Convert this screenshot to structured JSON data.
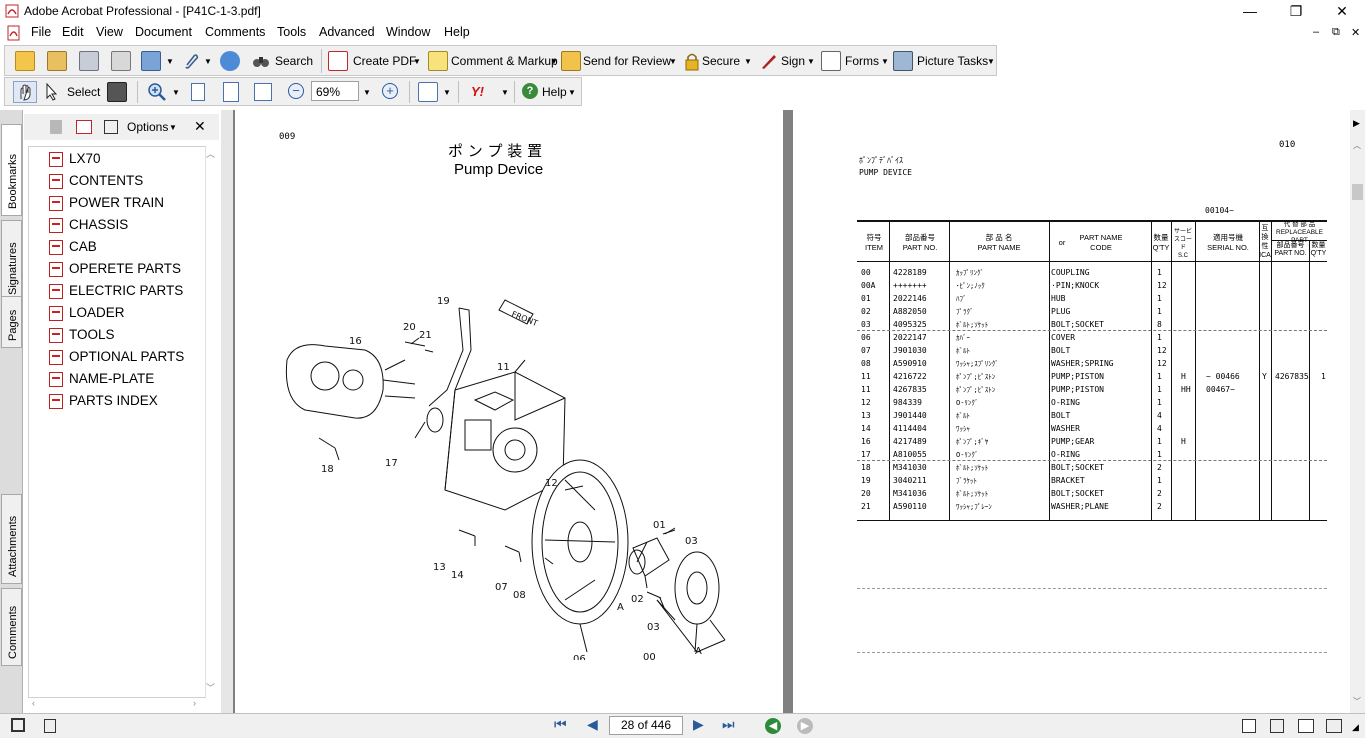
{
  "window": {
    "title": "Adobe Acrobat Professional - [P41C-1-3.pdf]",
    "minimize": "—",
    "restore": "❐",
    "close": "✕",
    "doc_minimize": "–",
    "doc_restore": "⧉",
    "doc_close": "✕"
  },
  "menu": [
    "File",
    "Edit",
    "View",
    "Document",
    "Comments",
    "Tools",
    "Advanced",
    "Window",
    "Help"
  ],
  "toolbar1": {
    "search": "Search",
    "create_pdf": "Create PDF",
    "comment_markup": "Comment & Markup",
    "send_review": "Send for Review",
    "secure": "Secure",
    "sign": "Sign",
    "forms": "Forms",
    "picture_tasks": "Picture Tasks"
  },
  "toolbar2": {
    "select": "Select",
    "zoom": "69%",
    "help": "Help"
  },
  "side_tabs": [
    "Bookmarks",
    "Signatures",
    "Pages",
    "Attachments",
    "Comments"
  ],
  "bookmarks_panel": {
    "options": "Options",
    "items": [
      "LX70",
      "CONTENTS",
      "POWER TRAIN",
      "CHASSIS",
      "CAB",
      "OPERETE PARTS",
      "ELECTRIC PARTS",
      "LOADER",
      "TOOLS",
      "OPTIONAL PARTS",
      "NAME-PLATE",
      "PARTS INDEX"
    ]
  },
  "left_page": {
    "page_no": "009",
    "title_jp": "ポ ン プ 装 置",
    "title_en": "Pump Device",
    "front_label": "FRONT",
    "callouts": [
      "20",
      "21",
      "19",
      "16",
      "11",
      "18",
      "17",
      "12",
      "13",
      "14",
      "07",
      "08",
      "01",
      "03",
      "02",
      "03",
      "06",
      "00",
      "A",
      "A"
    ]
  },
  "right_page": {
    "page_no": "010",
    "subtitle_jp": "ﾎﾟﾝﾌﾟﾃﾞﾊﾞｲｽ",
    "subtitle_en": "PUMP DEVICE",
    "serial_range": "00104~",
    "headers": {
      "item_jp": "符号",
      "item_en": "ITEM",
      "partno_jp": "部品番号",
      "partno_en": "PART NO.",
      "partname_jp": "部 品 名",
      "partname_en": "PART NAME",
      "or": "or",
      "name_code_en": "PART NAME CODE",
      "qty_jp": "数量",
      "qty_en": "Q'TY",
      "sc_jp": "サービスコード",
      "sc_en": "S.C",
      "serial_jp": "適用号機",
      "serial_en": "SERIAL NO.",
      "ica_jp": "互換性",
      "ica_en": "ICA",
      "repl_jp": "代 替 部 品",
      "repl_en": "REPLACEABLE PART",
      "repl_partno_jp": "部品番号",
      "repl_partno_en": "PART NO.",
      "repl_qty_jp": "数量",
      "repl_qty_en": "Q'TY"
    },
    "rows": [
      {
        "item": "00",
        "partno": "4228189",
        "jp": "ｶｯﾌﾟﾘﾝｸﾞ",
        "name": "COUPLING",
        "qty": "1",
        "sc": "",
        "serial": "",
        "ica": "",
        "rpart": "",
        "rqty": ""
      },
      {
        "item": "00A",
        "partno": "+++++++",
        "jp": "･ﾋﾟﾝ;ﾉｯｸ",
        "name": "·PIN;KNOCK",
        "qty": "12",
        "sc": "",
        "serial": "",
        "ica": "",
        "rpart": "",
        "rqty": ""
      },
      {
        "item": "01",
        "partno": "2022146",
        "jp": "ﾊﾌﾞ",
        "name": "HUB",
        "qty": "1",
        "sc": "",
        "serial": "",
        "ica": "",
        "rpart": "",
        "rqty": ""
      },
      {
        "item": "02",
        "partno": "A882050",
        "jp": "ﾌﾟﾗｸﾞ",
        "name": "PLUG",
        "qty": "1",
        "sc": "",
        "serial": "",
        "ica": "",
        "rpart": "",
        "rqty": ""
      },
      {
        "item": "03",
        "partno": "4095325",
        "jp": "ﾎﾞﾙﾄ;ｿｹｯﾄ",
        "name": "BOLT;SOCKET",
        "qty": "8",
        "sc": "",
        "serial": "",
        "ica": "",
        "rpart": "",
        "rqty": ""
      },
      {
        "item": "06",
        "partno": "2022147",
        "jp": "ｶﾊﾞｰ",
        "name": "COVER",
        "qty": "1",
        "sc": "",
        "serial": "",
        "ica": "",
        "rpart": "",
        "rqty": ""
      },
      {
        "item": "07",
        "partno": "J901030",
        "jp": "ﾎﾞﾙﾄ",
        "name": "BOLT",
        "qty": "12",
        "sc": "",
        "serial": "",
        "ica": "",
        "rpart": "",
        "rqty": ""
      },
      {
        "item": "08",
        "partno": "A590910",
        "jp": "ﾜｯｼｬ;ｽﾌﾟﾘﾝｸﾞ",
        "name": "WASHER;SPRING",
        "qty": "12",
        "sc": "",
        "serial": "",
        "ica": "",
        "rpart": "",
        "rqty": ""
      },
      {
        "item": "11",
        "partno": "4216722",
        "jp": "ﾎﾟﾝﾌﾟ;ﾋﾟｽﾄﾝ",
        "name": "PUMP;PISTON",
        "qty": "1",
        "sc": "H",
        "serial": "~ 00466",
        "ica": "Y",
        "rpart": "4267835",
        "rqty": "1"
      },
      {
        "item": "11",
        "partno": "4267835",
        "jp": "ﾎﾟﾝﾌﾟ;ﾋﾟｽﾄﾝ",
        "name": "PUMP;PISTON",
        "qty": "1",
        "sc": "HH",
        "serial": "00467~",
        "ica": "",
        "rpart": "",
        "rqty": ""
      },
      {
        "item": "12",
        "partno": "984339",
        "jp": "O-ﾘﾝｸﾞ",
        "name": "O-RING",
        "qty": "1",
        "sc": "",
        "serial": "",
        "ica": "",
        "rpart": "",
        "rqty": ""
      },
      {
        "item": "13",
        "partno": "J901440",
        "jp": "ﾎﾞﾙﾄ",
        "name": "BOLT",
        "qty": "4",
        "sc": "",
        "serial": "",
        "ica": "",
        "rpart": "",
        "rqty": ""
      },
      {
        "item": "14",
        "partno": "4114404",
        "jp": "ﾜｯｼｬ",
        "name": "WASHER",
        "qty": "4",
        "sc": "",
        "serial": "",
        "ica": "",
        "rpart": "",
        "rqty": ""
      },
      {
        "item": "16",
        "partno": "4217489",
        "jp": "ﾎﾟﾝﾌﾟ;ｷﾞﾔ",
        "name": "PUMP;GEAR",
        "qty": "1",
        "sc": "H",
        "serial": "",
        "ica": "",
        "rpart": "",
        "rqty": ""
      },
      {
        "item": "17",
        "partno": "A810055",
        "jp": "O-ﾘﾝｸﾞ",
        "name": "O-RING",
        "qty": "1",
        "sc": "",
        "serial": "",
        "ica": "",
        "rpart": "",
        "rqty": ""
      },
      {
        "item": "18",
        "partno": "M341030",
        "jp": "ﾎﾞﾙﾄ;ｿｹｯﾄ",
        "name": "BOLT;SOCKET",
        "qty": "2",
        "sc": "",
        "serial": "",
        "ica": "",
        "rpart": "",
        "rqty": ""
      },
      {
        "item": "19",
        "partno": "3040211",
        "jp": "ﾌﾞﾗｹｯﾄ",
        "name": "BRACKET",
        "qty": "1",
        "sc": "",
        "serial": "",
        "ica": "",
        "rpart": "",
        "rqty": ""
      },
      {
        "item": "20",
        "partno": "M341036",
        "jp": "ﾎﾞﾙﾄ;ｿｹｯﾄ",
        "name": "BOLT;SOCKET",
        "qty": "2",
        "sc": "",
        "serial": "",
        "ica": "",
        "rpart": "",
        "rqty": ""
      },
      {
        "item": "21",
        "partno": "A590110",
        "jp": "ﾜｯｼｬ;ﾌﾟﾚｰﾝ",
        "name": "WASHER;PLANE",
        "qty": "2",
        "sc": "",
        "serial": "",
        "ica": "",
        "rpart": "",
        "rqty": ""
      }
    ]
  },
  "status": {
    "page_indicator": "28 of 446"
  },
  "colors": {
    "accent_red": "#c0272d",
    "toolbar_bg": "#f0f0f0",
    "doc_bg": "#808080",
    "nav_green": "#2e8b3a"
  }
}
